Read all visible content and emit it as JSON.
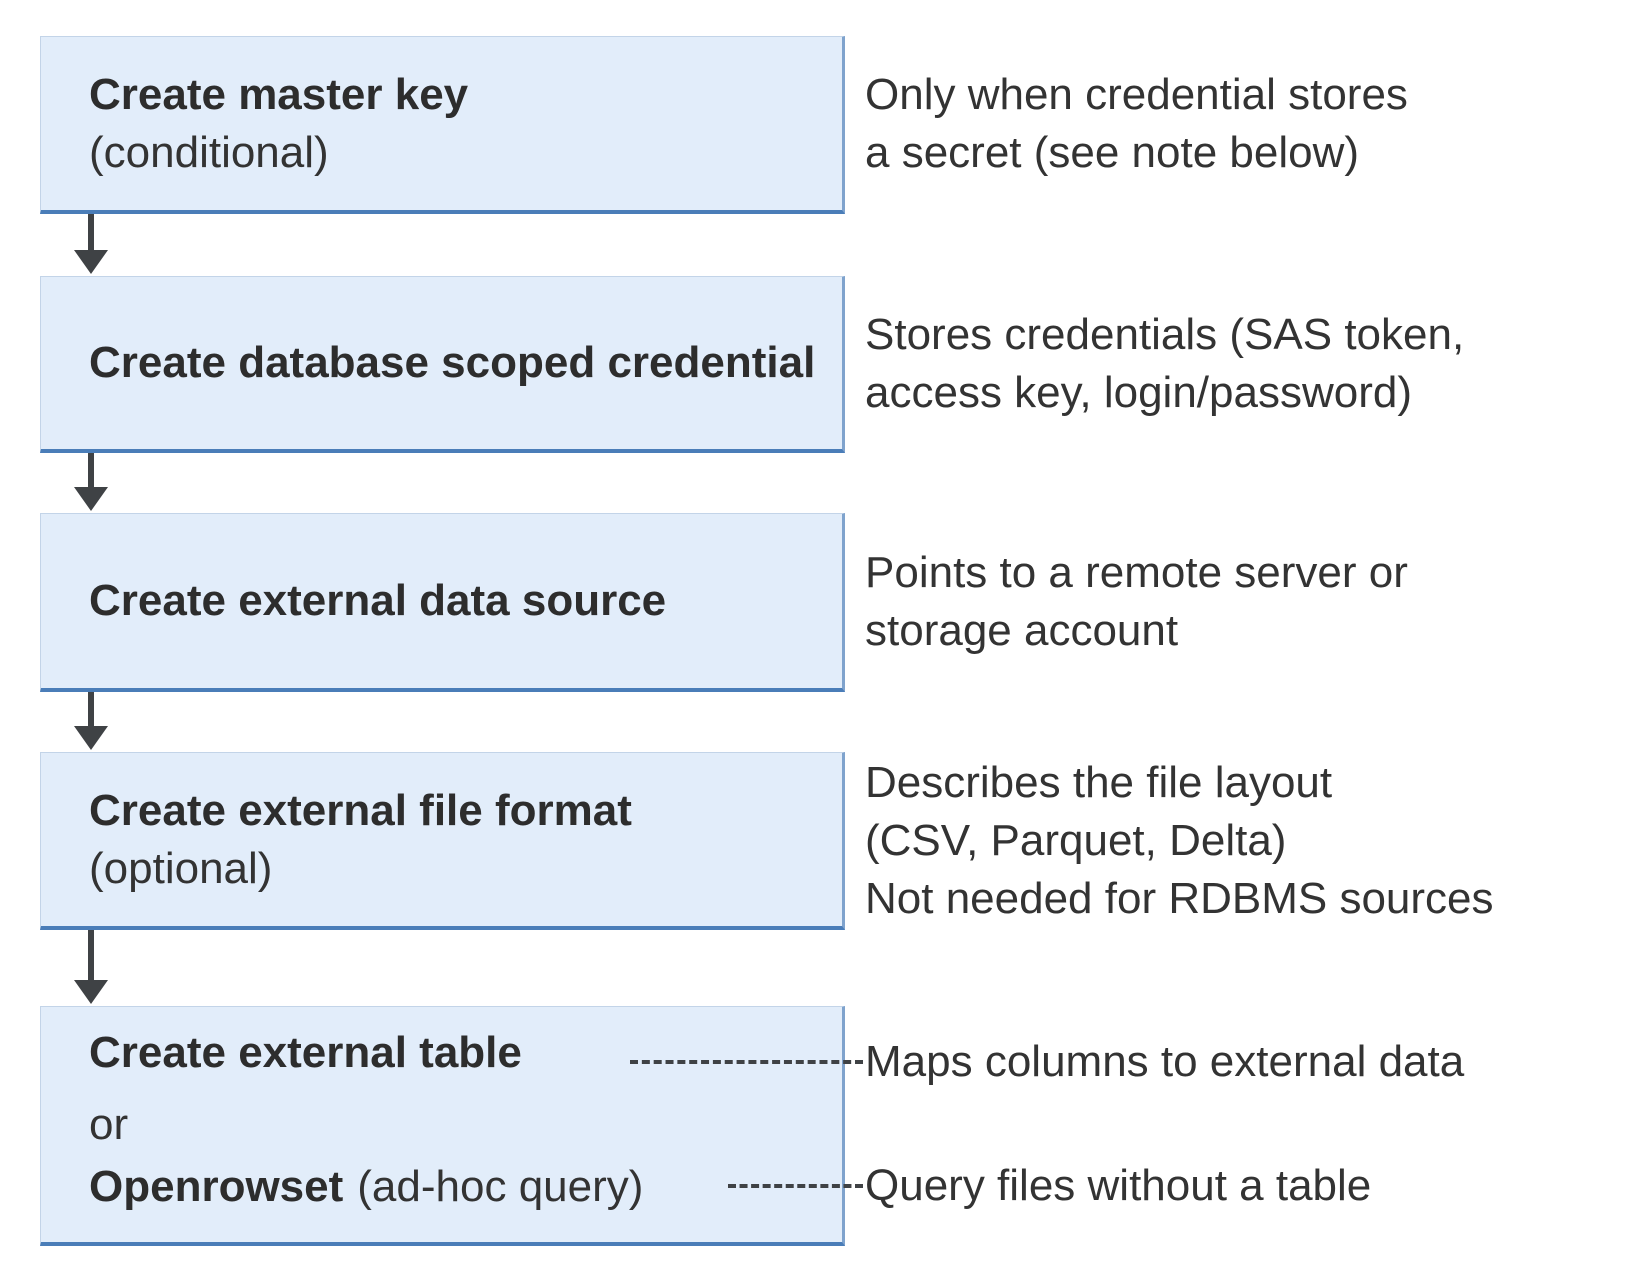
{
  "palette": {
    "box_fill": "#e2edfa",
    "box_border_light": "#c3d4e8",
    "box_border_side": "#7fa3cd",
    "box_border_bottom": "#4a7db8",
    "arrow_color": "#3f4245",
    "title_text": "#2d2d2d",
    "body_text": "#333333"
  },
  "steps": [
    {
      "title": "Create master key",
      "qualifier": "(conditional)",
      "note_lines": [
        "Only when credential stores",
        "a secret (see note below)"
      ]
    },
    {
      "title": "Create database scoped credential",
      "note_lines": [
        "Stores credentials (SAS token,",
        "access key, login/password)"
      ]
    },
    {
      "title": "Create external data source",
      "note_lines": [
        "Points to a remote server or",
        "storage account"
      ]
    },
    {
      "title": "Create external file format",
      "qualifier": "(optional)",
      "note_lines": [
        "Describes the file layout",
        "(CSV, Parquet, Delta)",
        "Not needed for RDBMS sources"
      ]
    },
    {
      "option_primary": "Create external table",
      "conjunction": "or",
      "option_secondary": "Openrowset",
      "option_secondary_qualifier": "(ad-hoc query)",
      "note_primary": "Maps columns to external data",
      "note_secondary": "Query files without a table"
    }
  ]
}
